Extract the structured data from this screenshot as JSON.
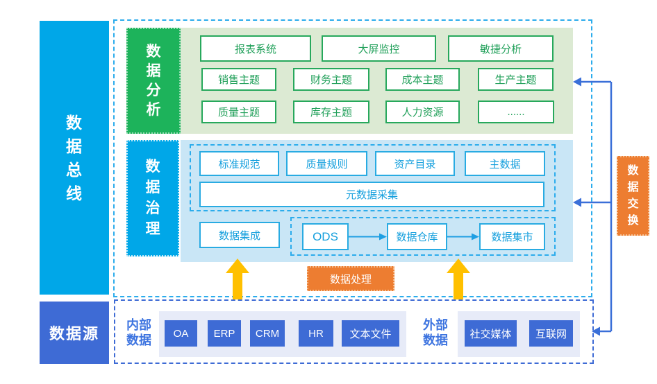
{
  "bus": {
    "label": "数据总线"
  },
  "analysis": {
    "title": "数据分析",
    "apps": [
      "报表系统",
      "大屏监控",
      "敏捷分析"
    ],
    "themes": [
      "销售主题",
      "财务主题",
      "成本主题",
      "生产主题",
      "质量主题",
      "库存主题",
      "人力资源",
      "......"
    ]
  },
  "governance": {
    "title": "数据治理",
    "standards": [
      "标准规范",
      "质量规则",
      "资产目录",
      "主数据"
    ],
    "metadata": "元数据采集",
    "integration": "数据集成",
    "flow": [
      "ODS",
      "数据仓库",
      "数据集市"
    ]
  },
  "processing": {
    "label": "数据处理"
  },
  "exchange": {
    "label": "数据交换"
  },
  "source": {
    "title": "数据源",
    "internal": {
      "label": "内部数据",
      "items": [
        "OA",
        "ERP",
        "CRM",
        "HR",
        "文本文件"
      ]
    },
    "external": {
      "label": "外部数据",
      "items": [
        "社交媒体",
        "互联网"
      ]
    }
  },
  "colors": {
    "cyan": "#00a7e8",
    "royal_blue": "#3e6bd5",
    "green": "#1db35b",
    "light_green": "#dcead3",
    "light_blue": "#c9e6f6",
    "lavender": "#e7ebf8",
    "orange": "#ed7d31",
    "yellow": "#ffc000",
    "green_border": "#27a85c",
    "cyan_border": "#29abe2"
  }
}
